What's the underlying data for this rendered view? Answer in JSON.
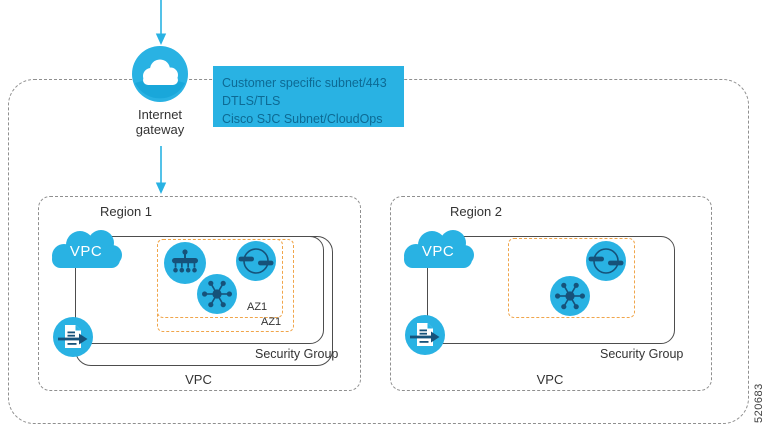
{
  "figure": {
    "id": "520683"
  },
  "colors": {
    "cyan": "#29b2e3",
    "glyph": "#16527a",
    "orange": "#f0a54a",
    "gray": "#8f8f8f",
    "dark": "#4d4d4d",
    "infotext": "#0d6a94",
    "label": "#333333",
    "fig": "#404040"
  },
  "gateway": {
    "line1": "Internet",
    "line2": "gateway"
  },
  "info_box": {
    "line1": "Customer specific subnet/443",
    "line2": "DTLS/TLS",
    "line3": "Cisco SJC Subnet/CloudOps"
  },
  "region1": {
    "title": "Region 1",
    "cloud": "VPC",
    "az_inner": "AZ1",
    "az_outer": "AZ1",
    "security_group": "Security Group",
    "vpc": "VPC"
  },
  "region2": {
    "title": "Region 2",
    "cloud": "VPC",
    "security_group": "Security Group",
    "vpc": "VPC"
  }
}
